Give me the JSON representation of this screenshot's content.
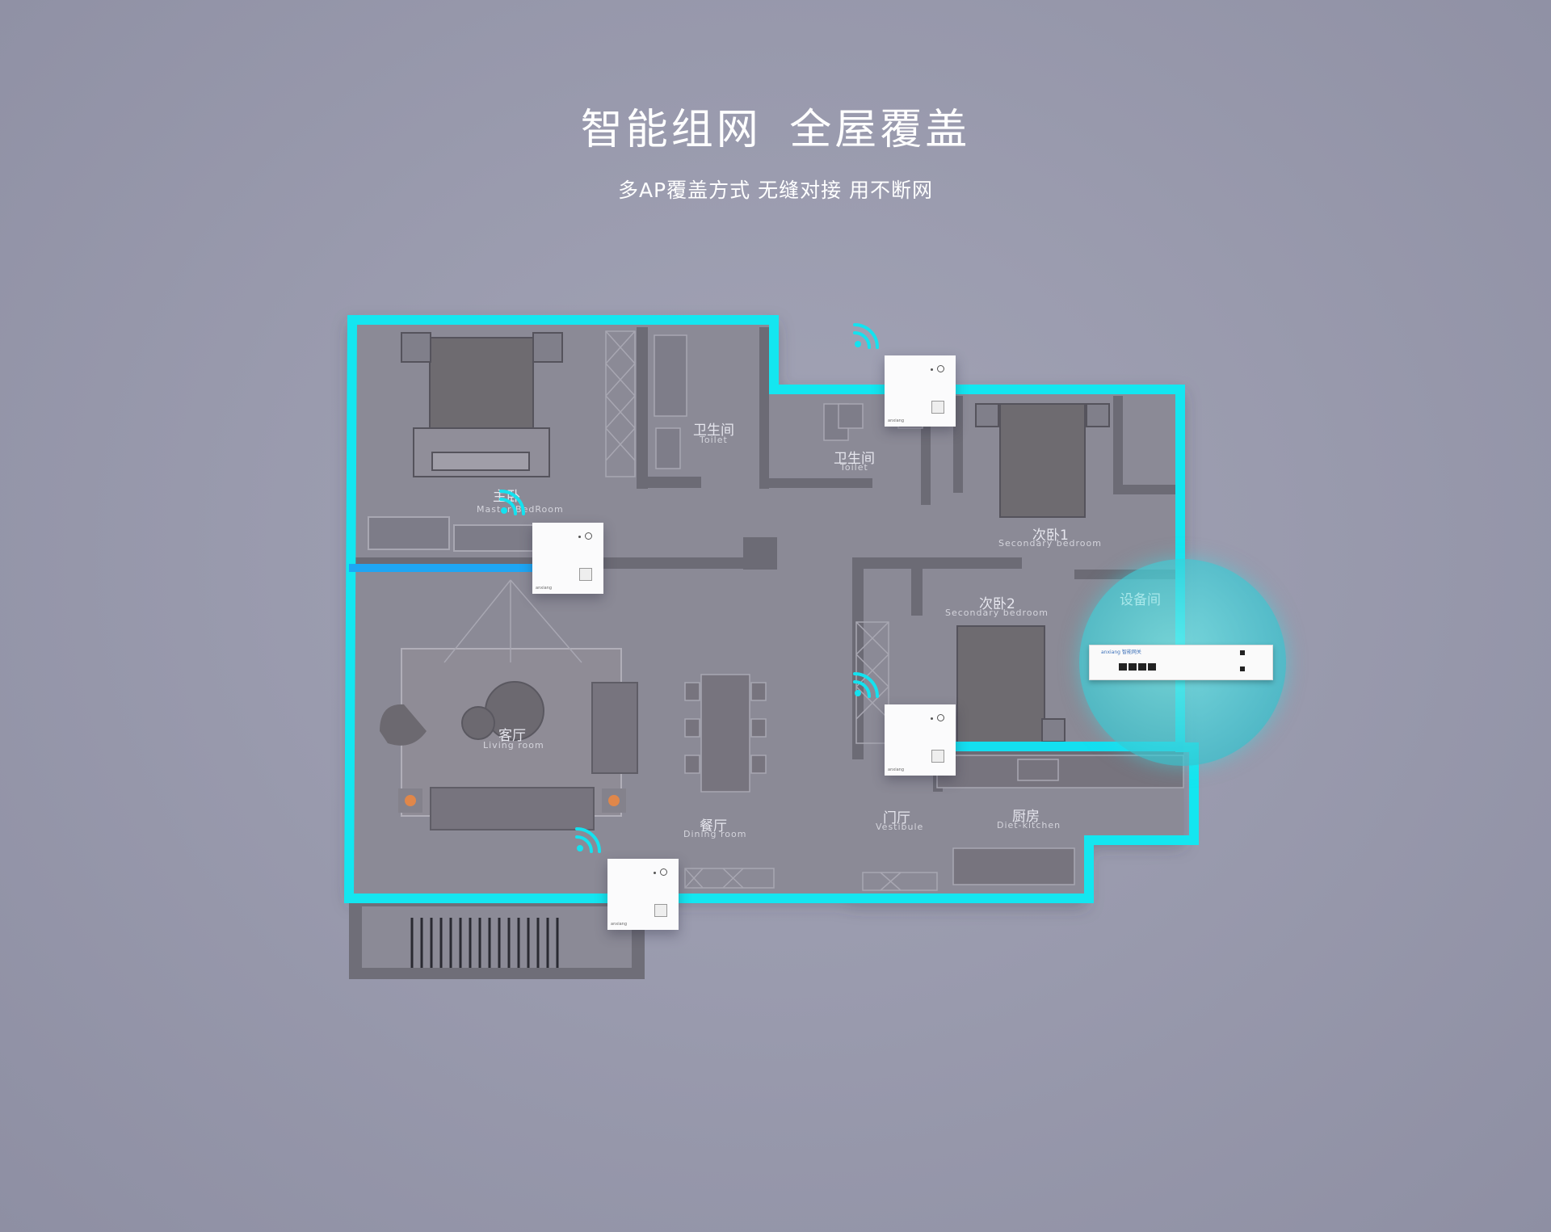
{
  "header": {
    "title": "智能组网  全屋覆盖",
    "subtitle": "多AP覆盖方式 无缝对接 用不断网"
  },
  "rooms": {
    "master": {
      "cn": "主卧",
      "en": "Master BedRoom"
    },
    "toilet1": {
      "cn": "卫生间",
      "en": "Toilet"
    },
    "toilet2": {
      "cn": "卫生间",
      "en": "Toilet"
    },
    "secondary1": {
      "cn": "次卧1",
      "en": "Secondary bedroom"
    },
    "secondary2": {
      "cn": "次卧2",
      "en": "Secondary bedroom"
    },
    "equipment": {
      "cn": "设备间"
    },
    "living": {
      "cn": "客厅",
      "en": "Living room"
    },
    "dining": {
      "cn": "餐厅",
      "en": "Dining room"
    },
    "vestibule": {
      "cn": "门厅",
      "en": "Vestibule"
    },
    "kitchen": {
      "cn": "厨房",
      "en": "Diet-kitchen"
    }
  },
  "device": {
    "ap_brand": "anxiang",
    "gateway_brand": "anxiang 智能网关"
  },
  "colors": {
    "coverage_top": "#1e6ff2",
    "coverage_bottom": "#14e6f0",
    "bubble": "#4fd6dd",
    "wall": "#6f6e78",
    "floor": "#8b8a96"
  }
}
